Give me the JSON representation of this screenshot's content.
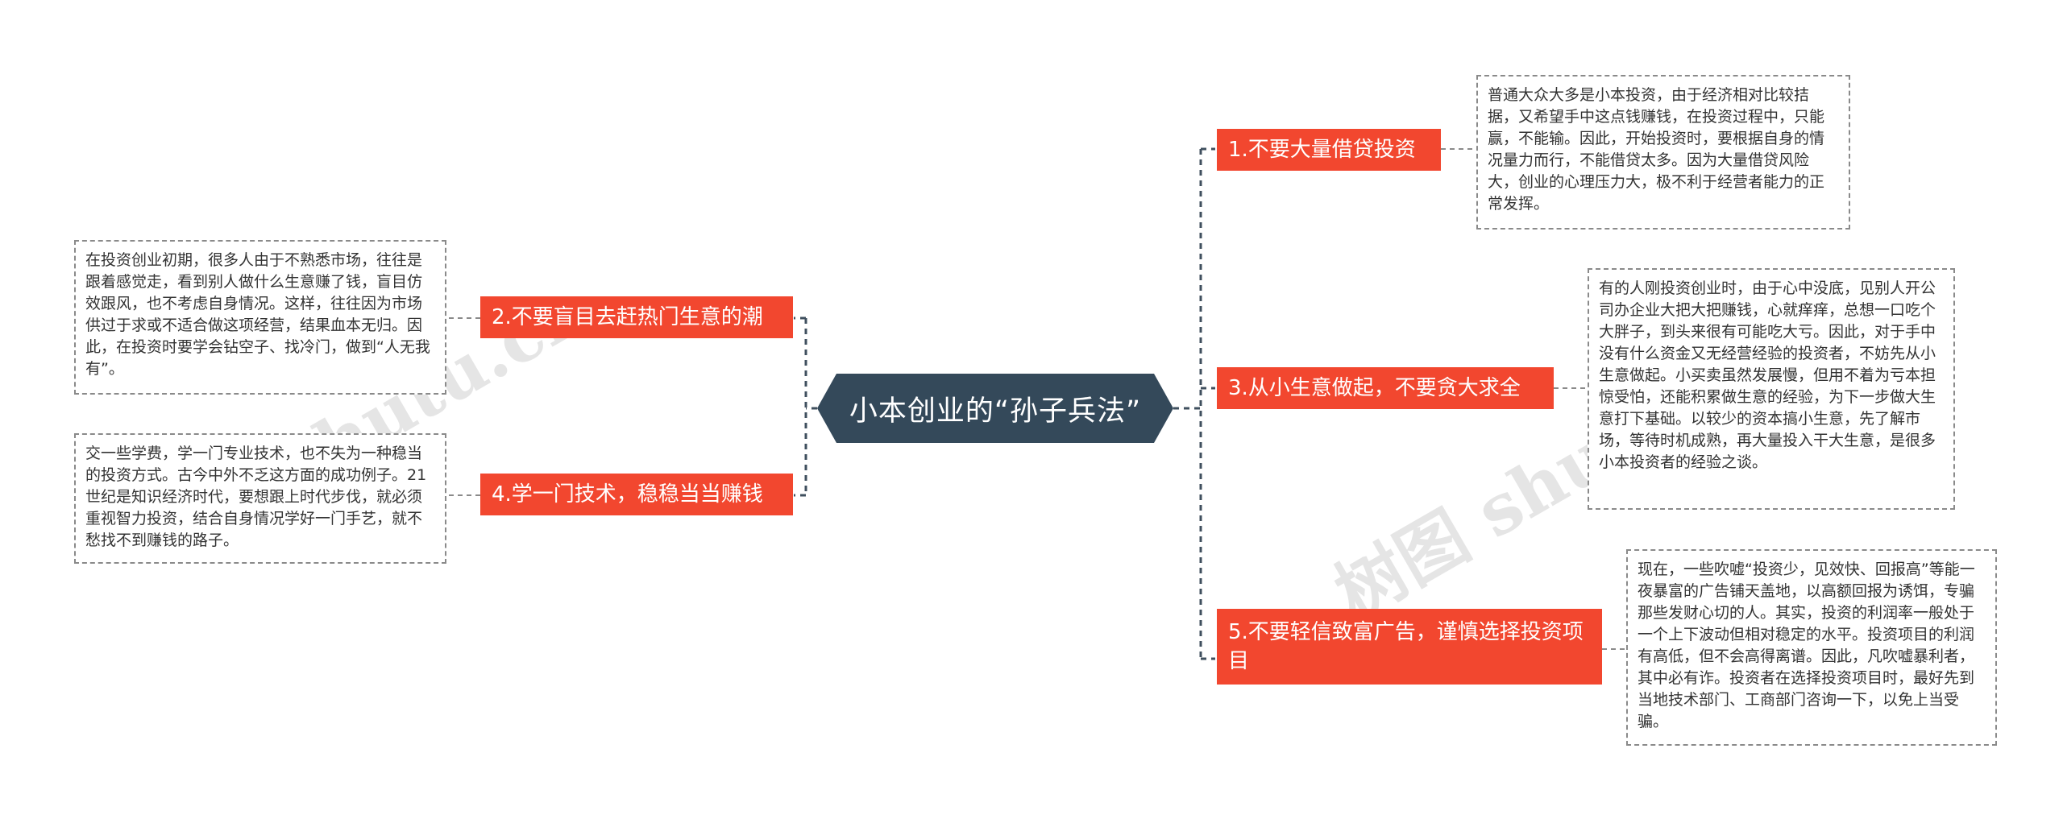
{
  "root": {
    "title": "小本创业的“孙子兵法”"
  },
  "branches": [
    {
      "label": "1.不要大量借贷投资",
      "note": "普通大众大多是小本投资，由于经济相对比较拮据，又希望手中这点钱赚钱，在投资过程中，只能赢，不能输。因此，开始投资时，要根据自身的情况量力而行，不能借贷太多。因为大量借贷风险大，创业的心理压力大，极不利于经营者能力的正常发挥。"
    },
    {
      "label": "2.不要盲目去赶热门生意的潮",
      "note": "在投资创业初期，很多人由于不熟悉市场，往往是跟着感觉走，看到别人做什么生意赚了钱，盲目仿效跟风，也不考虑自身情况。这样，往往因为市场供过于求或不适合做这项经营，结果血本无归。因此，在投资时要学会钻空子、找冷门，做到“人无我有”。"
    },
    {
      "label": "3.从小生意做起，不要贪大求全",
      "note": "有的人刚投资创业时，由于心中没底，见别人开公司办企业大把大把赚钱，心就痒痒，总想一口吃个大胖子，到头来很有可能吃大亏。因此，对于手中没有什么资金又无经营经验的投资者，不妨先从小生意做起。小买卖虽然发展慢，但用不着为亏本担惊受怕，还能积累做生意的经验，为下一步做大生意打下基础。以较少的资本搞小生意，先了解市场，等待时机成熟，再大量投入干大生意，是很多小本投资者的经验之谈。"
    },
    {
      "label": "4.学一门技术，稳稳当当赚钱",
      "note": "交一些学费，学一门专业技术，也不失为一种稳当的投资方式。古今中外不乏这方面的成功例子。21世纪是知识经济时代，要想跟上时代步伐，就必须重视智力投资，结合自身情况学好一门手艺，就不愁找不到赚钱的路子。"
    },
    {
      "label": "5.不要轻信致富广告，谨慎选择投资项目",
      "note": "现在，一些吹嘘“投资少，见效快、回报高”等能一夜暴富的广告铺天盖地，以高额回报为诱饵，专骗那些发财心切的人。其实，投资的利润率一般处于一个上下波动但相对稳定的水平。投资项目的利润有高低，但不会高得离谱。因此，凡吹嘘暴利者，其中必有诈。投资者在选择投资项目时，最好先到当地技术部门、工商部门咨询一下，以免上当受骗。"
    }
  ],
  "watermarks": [
    "shutu.cn",
    "树图 shutu.cn"
  ],
  "colors": {
    "root_bg": "#34495a",
    "branch_bg": "#f2472f",
    "note_border": "#8a8a8a"
  }
}
